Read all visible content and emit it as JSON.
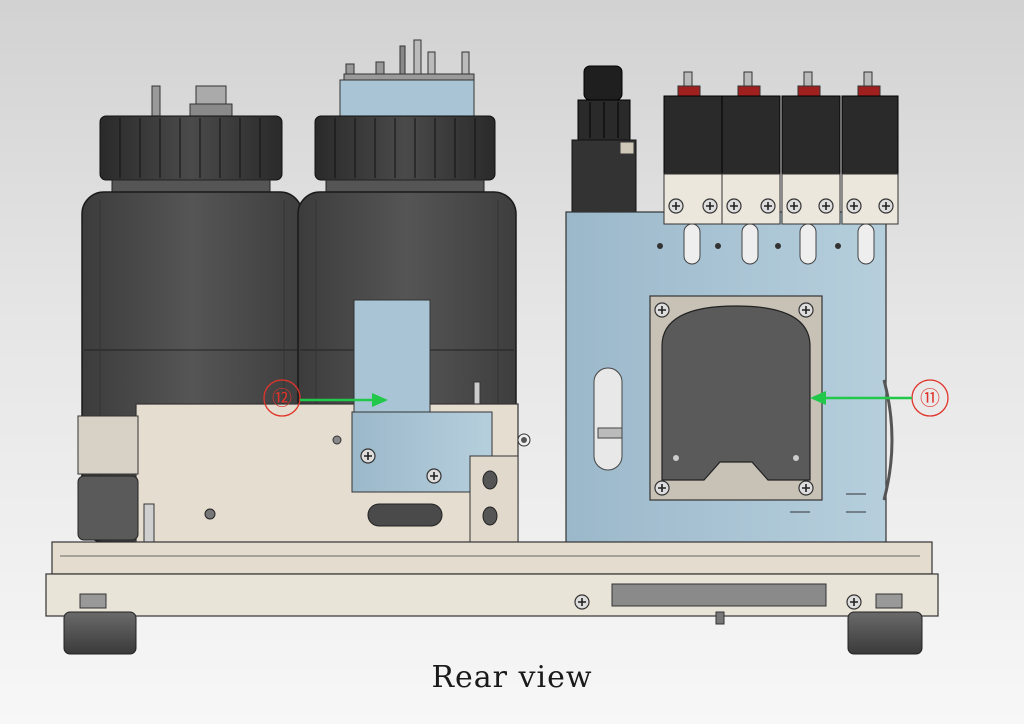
{
  "caption": "Rear view",
  "callouts": [
    {
      "label": "⑫",
      "target": "tube-holder-assembly"
    },
    {
      "label": "⑪",
      "target": "peristaltic-pump"
    }
  ],
  "colors": {
    "callout_text": "#e0342a",
    "arrow": "#22c84a",
    "bottle": "#4a4a4a",
    "bracket_blue": "#aac4d4",
    "base_plate": "#e2dccf"
  }
}
